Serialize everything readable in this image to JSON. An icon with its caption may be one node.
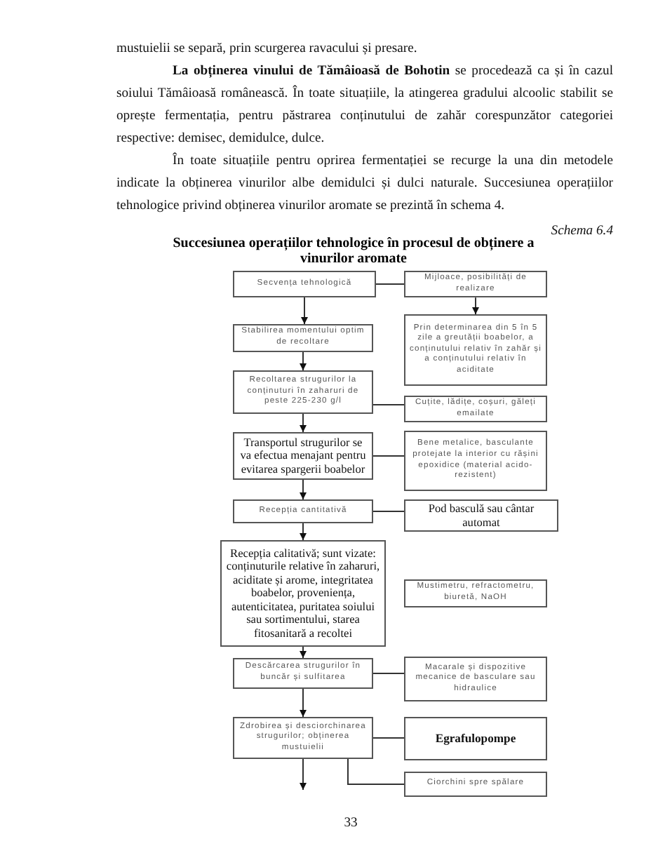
{
  "diagram": {
    "title": "Succesiunea operațiilor tehnologice în procesul de obținere a vinurilor aromate",
    "nodes": [
      {
        "text": [
          "Secvența tehnologică"
        ]
      },
      {
        "text": [
          "Mijloace, posibilități de realizare"
        ]
      },
      {
        "text": [
          "Stabilirea momentului optim de recoltare"
        ]
      },
      {
        "text": [
          "Prin determinarea din 5 în 5 zile a greutății boabelor, a conținutului relativ în zahăr și a conținutului relativ în aciditate"
        ]
      },
      {
        "text": [
          "Recoltarea strugurilor la conținuturi în zaharuri de peste 225-230 g/l"
        ]
      },
      {
        "text": [
          "Cuțite, lădițe, coșuri, găleți emailate"
        ]
      },
      {
        "text": [
          "Transportul strugurilor se va efectua menajant pentru evitarea spargerii boabelor"
        ]
      },
      {
        "text": [
          "Bene metalice, basculante protejate la interior cu rășini epoxidice (material acido-rezistent)"
        ]
      },
      {
        "text": [
          "Recepția cantitativă"
        ]
      },
      {
        "text": [
          "Pod basculă sau cântar automat"
        ]
      },
      {
        "text": [
          "Recepția calitativă; sunt vizate: conținuturile relative în zaharuri, aciditate și arome, integritatea boabelor, proveniența, autenticitatea, puritatea soiului sau sortimentului, starea fitosanitară a recoltei"
        ]
      },
      {
        "text": [
          "Mustimetru, refractometru, biuretă, NaOH"
        ]
      },
      {
        "text": [
          "Descărcarea strugurilor în buncăr și sulfitarea"
        ]
      },
      {
        "text": [
          "Macarale și dispozitive mecanice de basculare sau hidraulice"
        ]
      },
      {
        "text": [
          "Zdrobirea și desciorchinarea strugurilor; obținerea mustuielii"
        ]
      },
      {
        "text": [
          "Egrafulopompe"
        ]
      },
      {
        "text": [
          "Ciorchini spre spălare"
        ]
      }
    ],
    "edges": [
      {
        "from": 0,
        "to": 1,
        "arrow": "none"
      },
      {
        "from": 1,
        "to": 3,
        "arrow": "to"
      },
      {
        "from": 0,
        "to": 2,
        "arrow": "to"
      },
      {
        "from": 2,
        "to": 4,
        "arrow": "to"
      },
      {
        "from": 4,
        "to": 5,
        "arrow": "none"
      },
      {
        "from": 4,
        "to": 6,
        "arrow": "to"
      },
      {
        "from": 6,
        "to": 7,
        "arrow": "none"
      },
      {
        "from": 6,
        "to": 8,
        "arrow": "to"
      },
      {
        "from": 8,
        "to": 9,
        "arrow": "none"
      },
      {
        "from": 8,
        "to": 10,
        "arrow": "to"
      },
      {
        "from": 10,
        "to": 12,
        "arrow": "to"
      },
      {
        "from": 12,
        "to": 13,
        "arrow": "none"
      },
      {
        "from": 12,
        "to": 14,
        "arrow": "to"
      },
      {
        "from": 14,
        "to": 15,
        "arrow": "none"
      },
      {
        "from": 14,
        "to": 16,
        "arrow": "none"
      },
      {
        "from": 14,
        "to": null,
        "arrow": "to"
      }
    ],
    "labels": [
      "mustuielii se separă, prin scurgerea ravacului și presare.",
      "**La obținerea vinului de Tămâioasă de Bohotin** se procedează ca și în cazul soiului Tămâioasă românească. În toate situațiile, la atingerea gradului alcoolic stabilit se oprește fermentația, pentru păstrarea conținutului de zahăr corespunzător categoriei respective: demisec, demidulce, dulce.",
      "În toate situațiile pentru oprirea fermentației se recurge la una din metodele indicate la obținerea vinurilor albe demidulci și dulci naturale. Succesiunea operațiilor tehnologice privind obținerea vinurilor aromate se prezintă în schema 4.",
      "Schema 6.4",
      "33"
    ]
  }
}
